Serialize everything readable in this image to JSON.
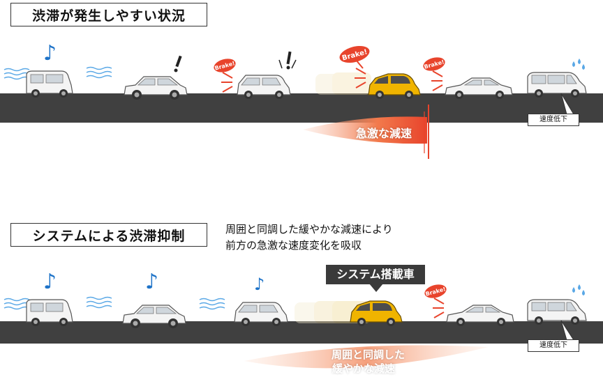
{
  "section1": {
    "title": "渋滞が発生しやすい状況",
    "brake_text": "Brake!",
    "decel_label": "急激な減速",
    "speed_drop_label": "速度低下"
  },
  "section2": {
    "title": "システムによる渋滞抑制",
    "description_line1": "周囲と同調した緩やかな減速により",
    "description_line2": "前方の急激な速度変化を吸収",
    "system_car_label": "システム搭載車",
    "brake_text": "Brake!",
    "decel_label_line1": "周囲と同調した",
    "decel_label_line2": "緩やかな減速",
    "speed_drop_label": "速度低下"
  },
  "icons": [
    "music-note-icon",
    "exclamation-icon",
    "wind-lines-icon",
    "sweat-drops-icon",
    "brake-burst-icon"
  ],
  "colors": {
    "road": "#404040",
    "brake_badge": "#e8442c",
    "decel_arrow": "#f06a3c",
    "system_car": "#f0b400",
    "note": "#1e73c8",
    "wind": "#5aa8e6"
  }
}
